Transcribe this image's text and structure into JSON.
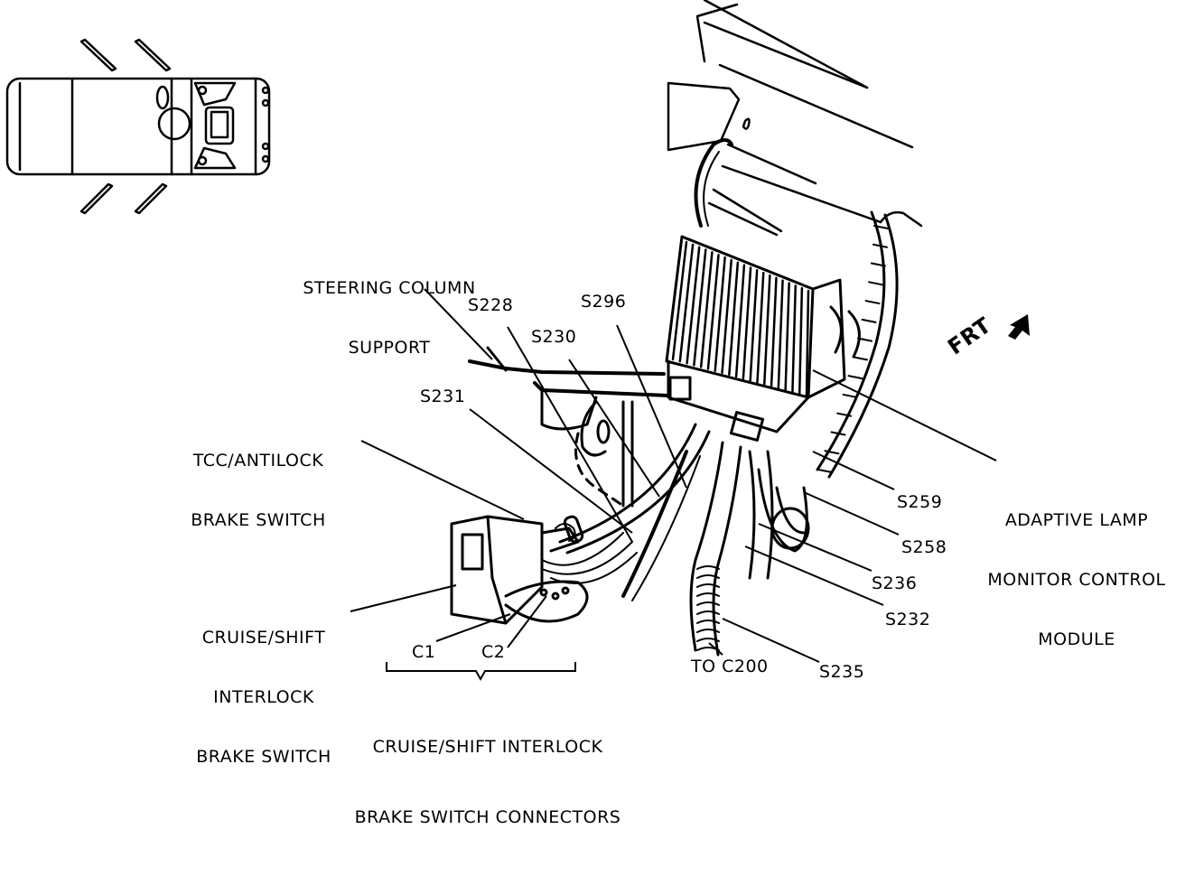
{
  "diagram": {
    "title_area": "Brake switch / steering column wiring location view",
    "colors": {
      "ink": "#000000",
      "paper": "#ffffff"
    },
    "locator": {
      "icon": "vehicle-top-view-locator-icon"
    },
    "orientation": {
      "label": "FRT",
      "icon": "front-arrow-icon"
    },
    "callouts": {
      "steering_column_support": [
        "STEERING COLUMN",
        "SUPPORT"
      ],
      "s228": "S228",
      "s296": "S296",
      "s230": "S230",
      "s231": "S231",
      "tcc_antilock": [
        "TCC/ANTILOCK",
        "BRAKE SWITCH"
      ],
      "cruise_shift_switch": [
        "CRUISE/SHIFT",
        "INTERLOCK",
        "BRAKE SWITCH"
      ],
      "c1": "C1",
      "c2": "C2",
      "connectors_group": [
        "CRUISE/SHIFT INTERLOCK",
        "BRAKE SWITCH CONNECTORS"
      ],
      "adaptive_lamp": [
        "ADAPTIVE LAMP",
        "MONITOR CONTROL",
        "MODULE"
      ],
      "s259": "S259",
      "s258": "S258",
      "s236": "S236",
      "s232": "S232",
      "s235": "S235",
      "to_c200": "TO C200"
    }
  }
}
